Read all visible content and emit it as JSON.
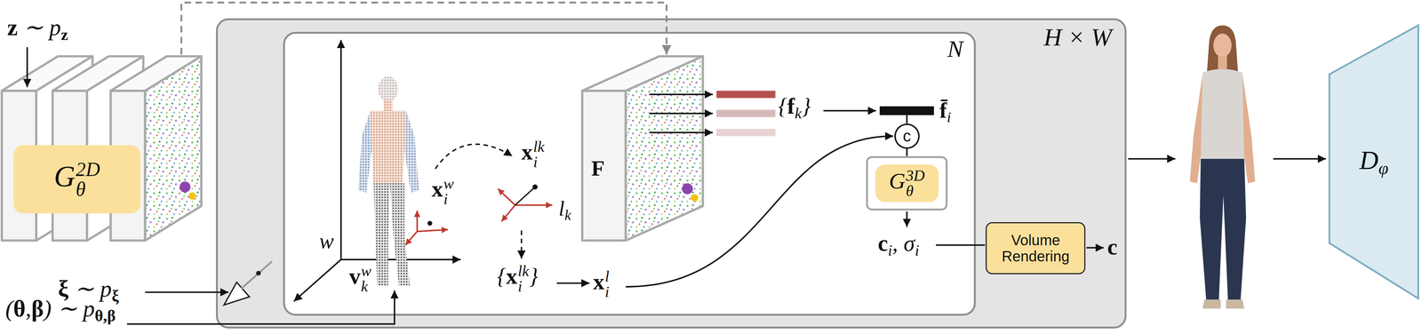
{
  "diagram": {
    "nodes": [
      {
        "text": [
          "Gθ2D"
        ]
      },
      {
        "text": [
          "H × W"
        ]
      },
      {
        "text": [
          "N"
        ],
        "in": 1
      },
      {
        "text": [
          "F"
        ],
        "in": 2
      },
      {
        "text": [
          "f̄i"
        ],
        "in": 2
      },
      {
        "text": [
          "c"
        ],
        "in": 2
      },
      {
        "text": [
          "Gθ3D"
        ],
        "in": 2
      },
      {
        "text": [
          "Volume Rendering"
        ],
        "in": 1
      },
      {
        "text": [
          "Dφ"
        ]
      }
    ],
    "edges": [
      {
        "from": 0,
        "to": 3,
        "arrow": "to"
      },
      {
        "from": 4,
        "to": 5,
        "arrow": "none"
      },
      {
        "from": 5,
        "to": 6,
        "arrow": "none"
      }
    ],
    "labels": [
      "z ∼ pz",
      "ξ ∼ pξ",
      "(θ,β) ∼ pθ,β",
      "w",
      "xiw",
      "vkw",
      "xilk",
      "lk",
      "{xilk}",
      "xil",
      "{fk}",
      "ci, σi",
      "c"
    ]
  }
}
